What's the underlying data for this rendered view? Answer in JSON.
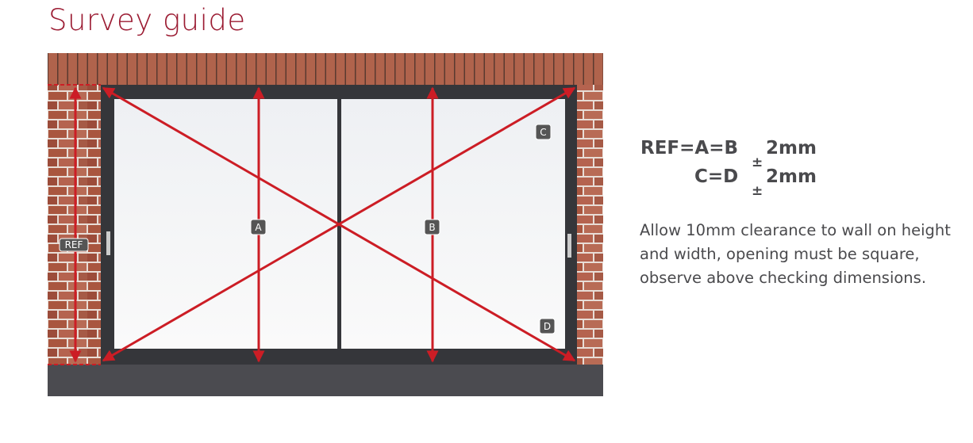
{
  "title": "Survey guide",
  "diagram": {
    "labels": {
      "ref": "REF",
      "a": "A",
      "b": "B",
      "c": "C",
      "d": "D"
    },
    "colors": {
      "arrow": "#cc1d25",
      "frame": "#35363a",
      "brick": "#a85a45"
    }
  },
  "rules": [
    {
      "equation": "REF=A=B",
      "sign": "±",
      "tolerance": "2mm"
    },
    {
      "equation": "C=D",
      "sign": "±",
      "tolerance": "2mm"
    }
  ],
  "note": "Allow 10mm clearance to wall on height and width, opening must be square, observe above checking dimensions."
}
